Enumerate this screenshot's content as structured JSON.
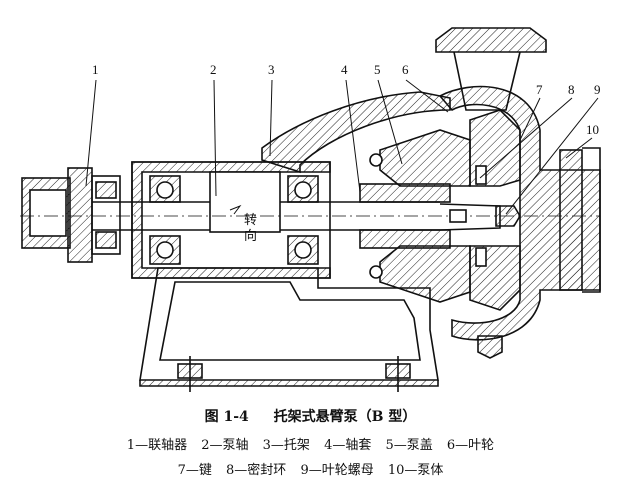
{
  "figure": {
    "title_number": "图 1-4",
    "title_text": "托架式悬臂泵（B 型）",
    "rotation_label_1": "转",
    "rotation_label_2": "向",
    "callouts": [
      "1",
      "2",
      "3",
      "4",
      "5",
      "6",
      "7",
      "8",
      "9",
      "10"
    ],
    "legend_row1": [
      "1—联轴器",
      "2—泵轴",
      "3—托架",
      "4—轴套",
      "5—泵盖",
      "6—叶轮"
    ],
    "legend_row2": [
      "7—键",
      "8—密封环",
      "9—叶轮螺母",
      "10—泵体"
    ]
  }
}
